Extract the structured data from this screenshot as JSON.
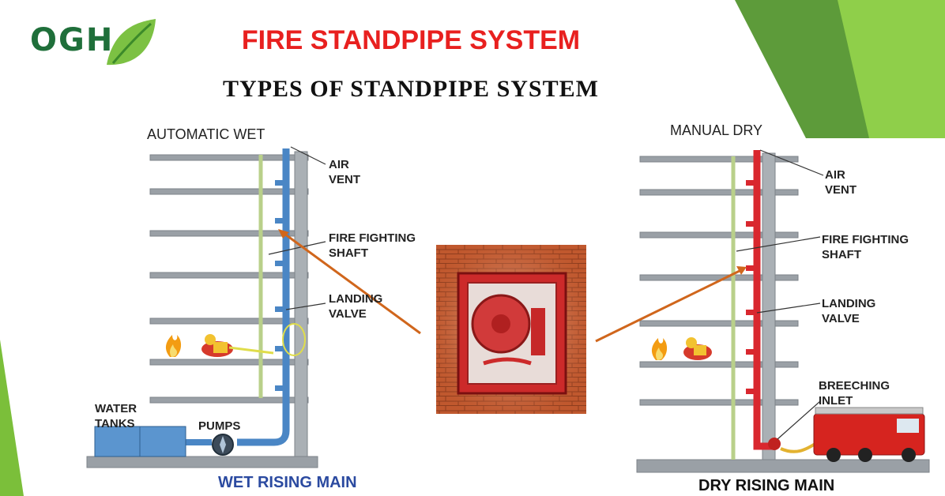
{
  "logo": {
    "text": "OGH"
  },
  "title": "FIRE STANDPIPE SYSTEM",
  "subtitle": "TYPES OF STANDPIPE SYSTEM",
  "wet": {
    "heading": "AUTOMATIC WET",
    "caption": "WET RISING MAIN",
    "labels": {
      "air_vent": [
        "AIR",
        "VENT"
      ],
      "shaft": [
        "FIRE FIGHTING",
        "SHAFT"
      ],
      "valve": [
        "LANDING",
        "VALVE"
      ],
      "tanks": [
        "WATER",
        "TANKS"
      ],
      "pumps": "PUMPS"
    }
  },
  "dry": {
    "heading": "MANUAL DRY",
    "caption": "DRY RISING MAIN",
    "labels": {
      "air_vent": [
        "AIR",
        "VENT"
      ],
      "shaft": [
        "FIRE FIGHTING",
        "SHAFT"
      ],
      "valve": [
        "LANDING",
        "VALVE"
      ],
      "inlet": [
        "BREECHING",
        "INLET"
      ]
    }
  },
  "colors": {
    "title": "#e8201f",
    "wet_pipe": "#4a86c5",
    "dry_pipe": "#d9272e",
    "shaft": "#b9d08a",
    "slab": "#9aa0a6",
    "arrow": "#d0661c",
    "brick": "#b6502b",
    "accent_green": "#7bbf3a"
  },
  "footer": {
    "text": "",
    "logo": ""
  }
}
